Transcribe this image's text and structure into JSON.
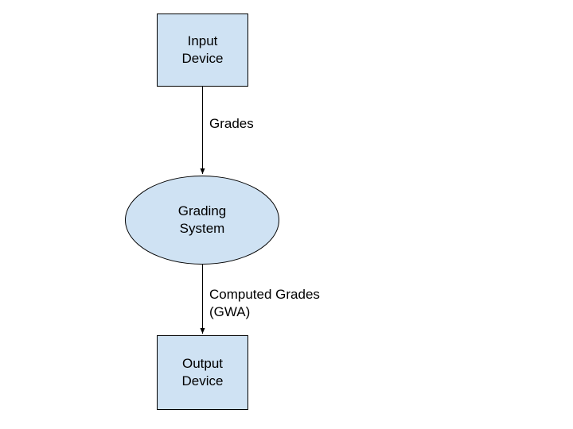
{
  "diagram": {
    "nodes": {
      "input": {
        "label": "Input\nDevice",
        "shape": "rectangle"
      },
      "grading": {
        "label": "Grading\nSystem",
        "shape": "ellipse"
      },
      "output": {
        "label": "Output\nDevice",
        "shape": "rectangle"
      }
    },
    "edges": [
      {
        "from": "input",
        "to": "grading",
        "label": "Grades"
      },
      {
        "from": "grading",
        "to": "output",
        "label": "Computed Grades\n(GWA)"
      }
    ]
  },
  "colors": {
    "node_fill": "#cfe2f3",
    "stroke": "#000000",
    "background": "#ffffff"
  }
}
